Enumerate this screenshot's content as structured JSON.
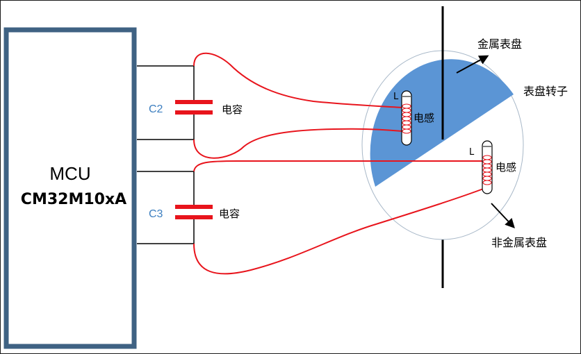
{
  "mcu": {
    "name": "MCU",
    "part_number": "CM32M10xA"
  },
  "capacitors": [
    {
      "name": "C2",
      "label": "电容"
    },
    {
      "name": "C3",
      "label": "电容"
    }
  ],
  "inductors": [
    {
      "letter": "L",
      "label": "电感"
    },
    {
      "letter": "L",
      "label": "电感"
    }
  ],
  "dial": {
    "metal_label": "金属表盘",
    "rotor_label": "表盘转子",
    "nonmetal_label": "非金属表盘"
  },
  "colors": {
    "mcu_border": "#3f6283",
    "wire_red": "#e8141c",
    "metal_blue": "#5b95d5",
    "cap_name_blue": "#3d7fc0"
  }
}
